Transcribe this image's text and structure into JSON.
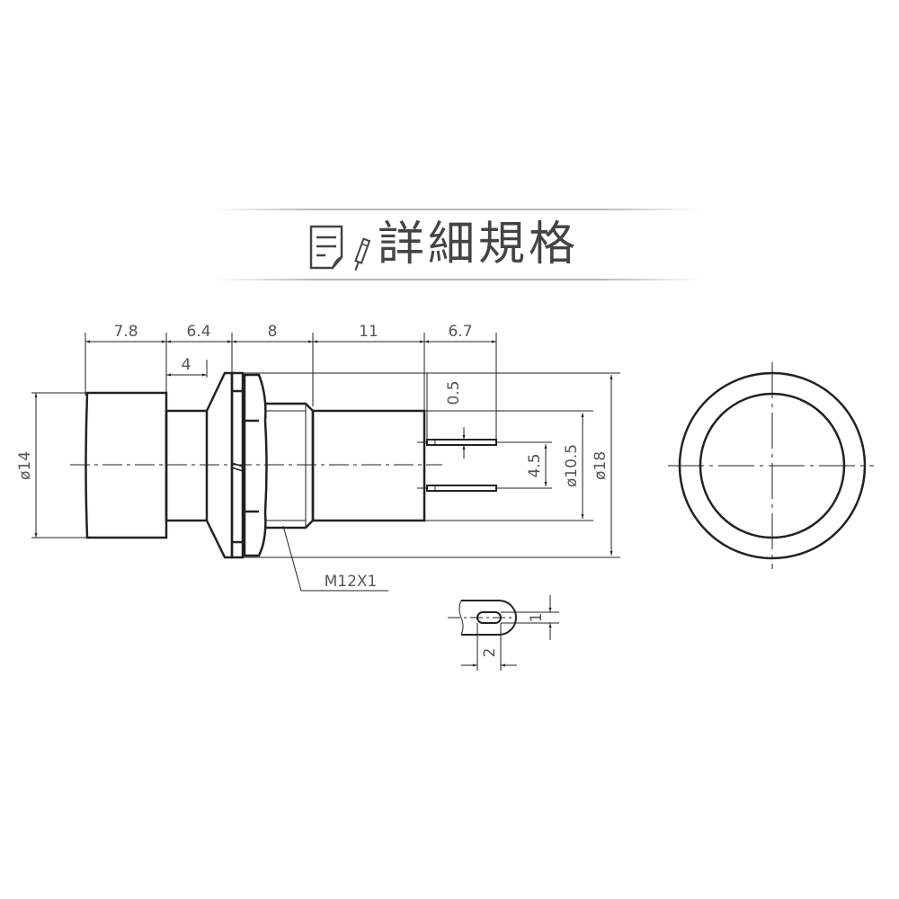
{
  "header": {
    "title": "詳細規格",
    "icon": "document-pen-icon"
  },
  "drawing": {
    "side_view": {
      "top_dimensions": [
        "7.8",
        "6.4",
        "8",
        "11",
        "6.7"
      ],
      "sub_dimension": "4",
      "left_diameter": "ø14",
      "pin_offset": "0.5",
      "pin_spacing": "4.5",
      "inner_diameter": "ø10.5",
      "outer_diameter": "ø18",
      "thread_label": "M12X1"
    },
    "terminal_detail": {
      "slot_height": "1",
      "terminal_width": "2"
    },
    "front_view": {
      "description": "concentric circles with centerlines"
    }
  }
}
